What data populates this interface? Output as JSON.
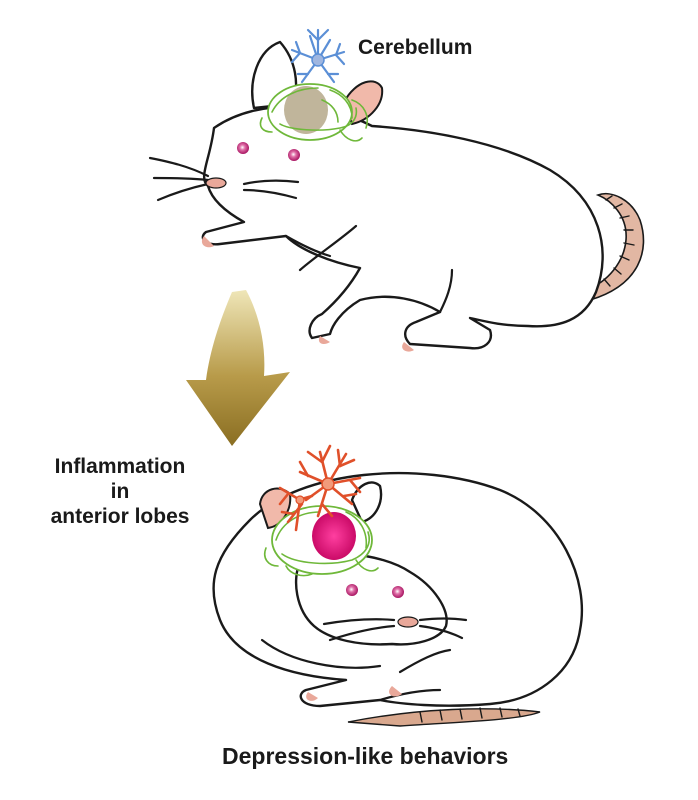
{
  "labels": {
    "cerebellum": "Cerebellum",
    "inflammation_line1": "Inflammation",
    "inflammation_line2": "in",
    "inflammation_line3": "anterior lobes",
    "depression": "Depression-like behaviors"
  },
  "colors": {
    "outline": "#1a1a1a",
    "cerebellum_lobe": "#6fb83a",
    "healthy_cell": "#5b8fd6",
    "inflamed_cell": "#e0502a",
    "inflamed_lobe": "#d4006e",
    "healthy_lobe": "#b5a88a",
    "eye": "#c0106a",
    "pink_skin": "#e9a89a",
    "tail_fill": "#d9a88e",
    "arrow_light": "#efe6b8",
    "arrow_dark": "#8a6e22"
  },
  "icons": {
    "top_mouse": "mouse-icon",
    "bottom_mouse": "hunched-mouse-icon",
    "healthy_cell": "microglia-icon",
    "inflamed_cell": "activated-microglia-icon",
    "arrow": "arrow-down-icon"
  }
}
